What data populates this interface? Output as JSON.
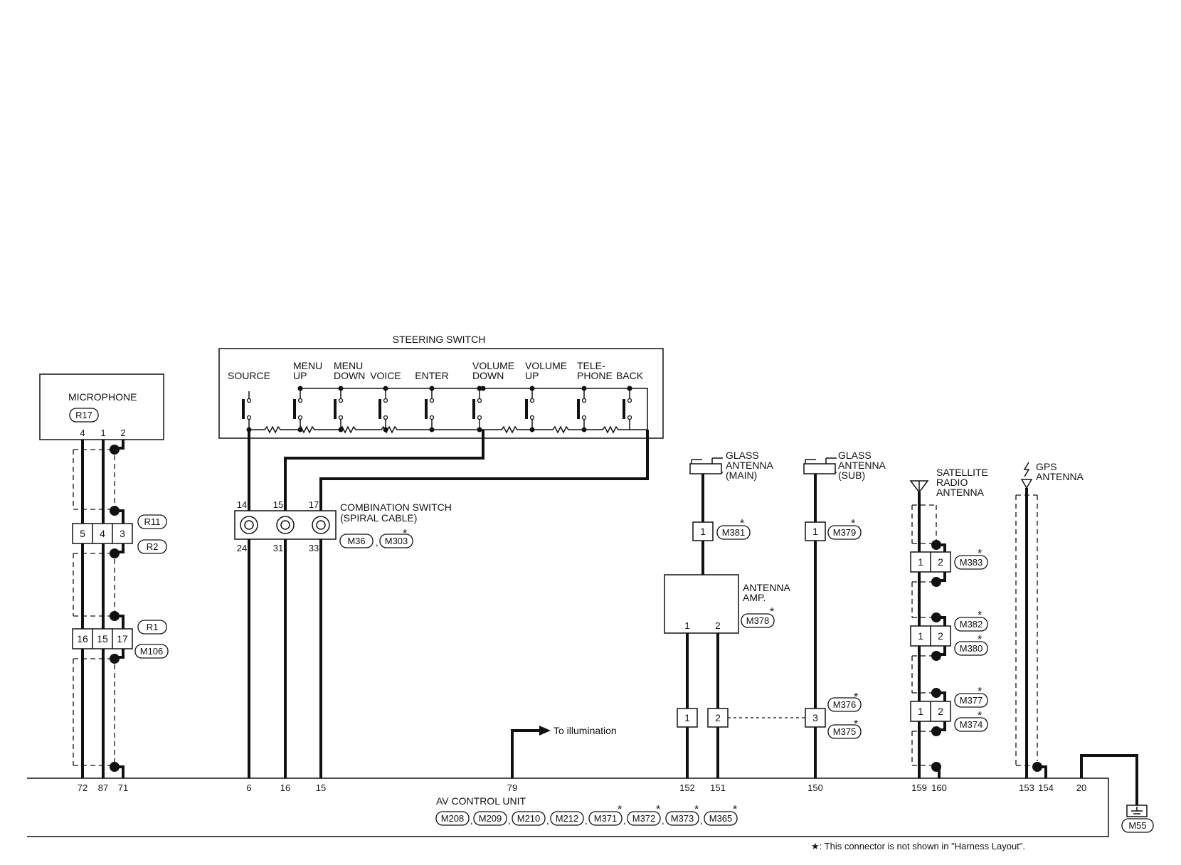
{
  "steering_switch": {
    "title": "STEERING SWITCH",
    "buttons": [
      {
        "l1": "SOURCE",
        "l2": ""
      },
      {
        "l1": "MENU",
        "l2": "UP"
      },
      {
        "l1": "MENU",
        "l2": "DOWN"
      },
      {
        "l1": "VOICE",
        "l2": ""
      },
      {
        "l1": "ENTER",
        "l2": ""
      },
      {
        "l1": "VOLUME",
        "l2": "DOWN"
      },
      {
        "l1": "VOLUME",
        "l2": "UP"
      },
      {
        "l1": "TELE-",
        "l2": "PHONE"
      },
      {
        "l1": "BACK",
        "l2": ""
      }
    ]
  },
  "microphone": {
    "title": "MICROPHONE",
    "connector": "R17",
    "pins": [
      "4",
      "1",
      "2"
    ],
    "junction_r11_r2": {
      "cells": [
        "5",
        "4",
        "3"
      ],
      "tag_top": "R11",
      "tag_bottom": "R2"
    },
    "junction_r1_m106": {
      "cells": [
        "16",
        "15",
        "17"
      ],
      "tag_top": "R1",
      "tag_bottom": "M106"
    }
  },
  "combination_switch": {
    "line1": "COMBINATION SWITCH",
    "line2": "(SPIRAL CABLE)",
    "top_pins": [
      "14",
      "15",
      "17"
    ],
    "bottom_pins": [
      "24",
      "31",
      "33"
    ],
    "connectors": [
      "M36",
      "M303"
    ],
    "sep": ","
  },
  "glass_main": {
    "l1": "GLASS",
    "l2": "ANTENNA",
    "l3": "(MAIN)",
    "pin": "1",
    "connector": "M381"
  },
  "glass_sub": {
    "l1": "GLASS",
    "l2": "ANTENNA",
    "l3": "(SUB)",
    "pin": "1",
    "connector": "M379"
  },
  "antenna_amp": {
    "l1": "ANTENNA",
    "l2": "AMP.",
    "connector": "M378",
    "pins": [
      "1",
      "2"
    ]
  },
  "antenna_joint": {
    "cells": [
      "1",
      "2",
      "3"
    ],
    "tag_top": "M376",
    "tag_bottom": "M375"
  },
  "satellite": {
    "l1": "SATELLITE",
    "l2": "RADIO",
    "l3": "ANTENNA",
    "cell1": "1",
    "cell2": "2",
    "connectors": [
      "M383",
      "M382",
      "M380",
      "M377",
      "M374"
    ]
  },
  "gps": {
    "l1": "GPS",
    "l2": "ANTENNA"
  },
  "illumination": {
    "label": "To illumination"
  },
  "av_unit": {
    "title": "AV CONTROL UNIT",
    "pins": [
      "72",
      "87",
      "71",
      "6",
      "16",
      "15",
      "79",
      "152",
      "151",
      "150",
      "159",
      "160",
      "153",
      "154",
      "20"
    ],
    "connectors": [
      "M208",
      "M209",
      "M210",
      "M212",
      "M371",
      "M372",
      "M373",
      "M365"
    ],
    "sep": ","
  },
  "ground": {
    "connector": "M55"
  },
  "star": "*",
  "footnote": "★: This connector is not shown in \"Harness Layout\"."
}
